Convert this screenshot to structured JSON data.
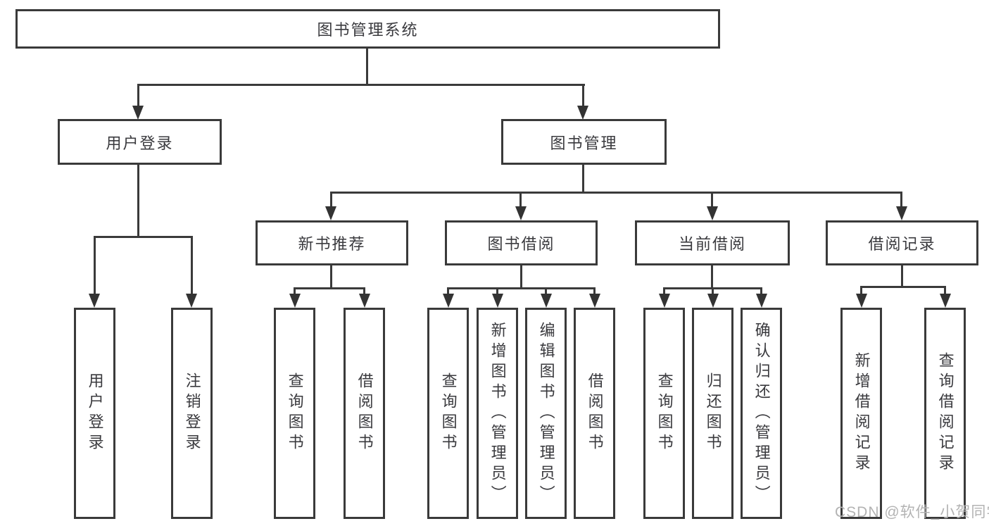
{
  "page": {
    "background": "#ffffff"
  },
  "styles": {
    "line_color": "#3a3a3a",
    "text_color": "#3a3a3e",
    "box_background": "#ffffff",
    "watermark_color": "#b3b3b3"
  },
  "diagram": {
    "root": {
      "label": "图书管理系统"
    },
    "branches": [
      {
        "label": "用户登录",
        "children": [
          {
            "label": "用户登录"
          },
          {
            "label": "注销登录"
          }
        ]
      },
      {
        "label": "图书管理",
        "children": [
          {
            "label": "新书推荐",
            "children": [
              {
                "label": "查询图书"
              },
              {
                "label": "借阅图书"
              }
            ]
          },
          {
            "label": "图书借阅",
            "children": [
              {
                "label": "查询图书"
              },
              {
                "label": "新增图书（管理员）"
              },
              {
                "label": "编辑图书（管理员）"
              },
              {
                "label": "借阅图书"
              }
            ]
          },
          {
            "label": "当前借阅",
            "children": [
              {
                "label": "查询图书"
              },
              {
                "label": "归还图书"
              },
              {
                "label": "确认归还（管理员）"
              }
            ]
          },
          {
            "label": "借阅记录",
            "children": [
              {
                "label": "新增借阅记录"
              },
              {
                "label": "查询借阅记录"
              }
            ]
          }
        ]
      }
    ]
  },
  "watermark": {
    "text": "CSDN @软件_小贺同学"
  }
}
